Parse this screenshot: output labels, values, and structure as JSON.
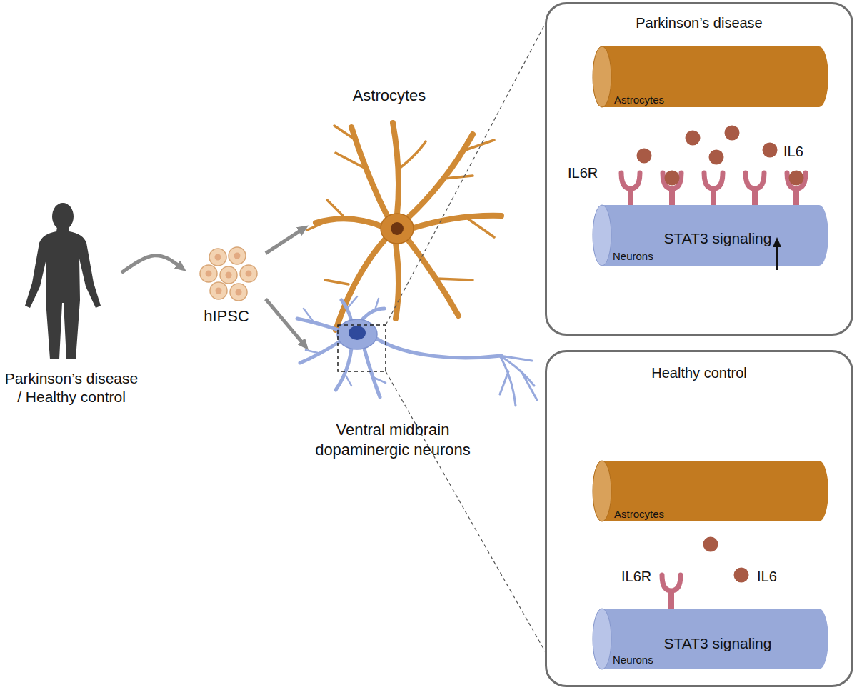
{
  "diagram": {
    "nodes": [
      {
        "text": [
          "Parkinson’s disease / Healthy control"
        ]
      },
      {
        "text": [
          "hIPSC"
        ]
      },
      {
        "text": [
          "Astrocytes"
        ]
      },
      {
        "text": [
          "Ventral midbrain dopaminergic neurons"
        ]
      },
      {
        "text": [
          "Parkinson’s disease"
        ]
      },
      {
        "text": [
          "Astrocytes"
        ],
        "in": 4
      },
      {
        "text": [
          "STAT3 signaling",
          "Neurons"
        ],
        "in": 4
      },
      {
        "text": [
          "Healthy control"
        ]
      },
      {
        "text": [
          "Astrocytes"
        ],
        "in": 7
      },
      {
        "text": [
          "STAT3 signaling",
          "Neurons"
        ],
        "in": 7
      }
    ],
    "edges": [
      {
        "from": 0,
        "to": 1,
        "arrow": "to"
      },
      {
        "from": 1,
        "to": 2,
        "arrow": "to"
      },
      {
        "from": 1,
        "to": 3,
        "arrow": "to"
      }
    ],
    "labels": [
      "IL6R",
      "IL6",
      "IL6R",
      "IL6"
    ]
  }
}
